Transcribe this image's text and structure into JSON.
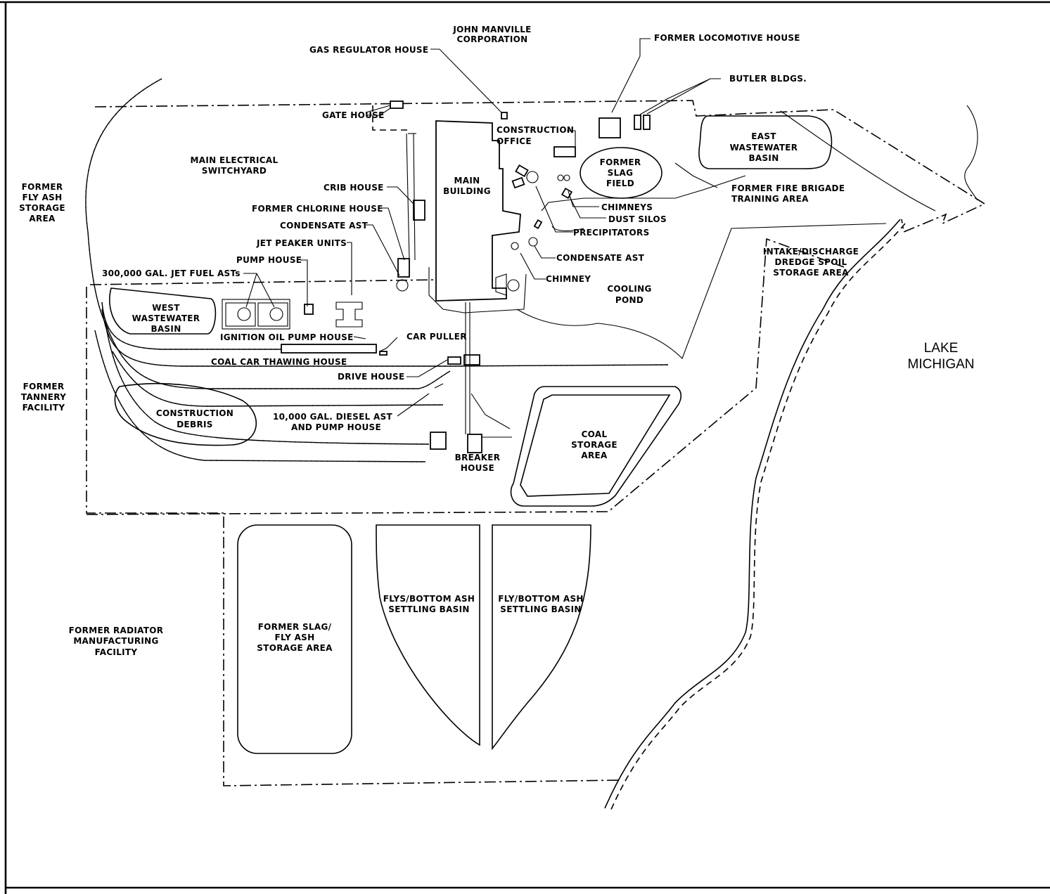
{
  "map": {
    "labels": {
      "john_manville": [
        "JOHN MANVILLE",
        "CORPORATION"
      ],
      "gas_regulator_house": "GAS REGULATOR HOUSE",
      "former_locomotive_house": "FORMER LOCOMOTIVE HOUSE",
      "butler_bldgs": "BUTLER BLDGS.",
      "gate_house": "GATE HOUSE",
      "construction_office": [
        "CONSTRUCTION",
        "OFFICE"
      ],
      "east_wastewater_basin": [
        "EAST",
        "WASTEWATER",
        "BASIN"
      ],
      "main_electrical_switchyard": [
        "MAIN ELECTRICAL",
        "SWITCHYARD"
      ],
      "main_building": [
        "MAIN",
        "BUILDING"
      ],
      "former_slag_field": [
        "FORMER",
        "SLAG",
        "FIELD"
      ],
      "former_fire_brigade": [
        "FORMER FIRE BRIGADE",
        "TRAINING AREA"
      ],
      "former_fly_ash_storage": [
        "FORMER",
        "FLY ASH",
        "STORAGE",
        "AREA"
      ],
      "crib_house": "CRIB HOUSE",
      "chimneys": "CHIMNEYS",
      "former_chlorine_house": "FORMER CHLORINE HOUSE",
      "dust_silos": "DUST SILOS",
      "condensate_ast_1": "CONDENSATE AST",
      "precipitators": "PRECIPITATORS",
      "jet_peaker_units": "JET PEAKER UNITS",
      "condensate_ast_2": "CONDENSATE AST",
      "intake_discharge": [
        "INTAKE/DISCHARGE",
        "DREDGE SPOIL",
        "STORAGE AREA"
      ],
      "pump_house": "PUMP HOUSE",
      "jet_fuel_asts": "300,000 GAL. JET FUEL ASTs",
      "chimney": "CHIMNEY",
      "cooling_pond": [
        "COOLING",
        "POND"
      ],
      "west_wastewater_basin": [
        "WEST",
        "WASTEWATER",
        "BASIN"
      ],
      "ignition_oil_pump_house": "IGNITION OIL PUMP HOUSE",
      "car_puller": "CAR PULLER",
      "lake_michigan": [
        "LAKE",
        "MICHIGAN"
      ],
      "coal_car_thawing_house": "COAL CAR THAWING HOUSE",
      "former_tannery": [
        "FORMER",
        "TANNERY",
        "FACILITY"
      ],
      "drive_house": "DRIVE HOUSE",
      "construction_debris": [
        "CONSTRUCTION",
        "DEBRIS"
      ],
      "diesel_ast": [
        "10,000 GAL. DIESEL AST",
        "AND PUMP HOUSE"
      ],
      "coal_storage_area": [
        "COAL",
        "STORAGE",
        "AREA"
      ],
      "breaker_house": [
        "BREAKER",
        "HOUSE"
      ],
      "flys_bottom_ash": [
        "FLYS/BOTTOM ASH",
        "SETTLING BASIN"
      ],
      "fly_bottom_ash": [
        "FLY/BOTTOM ASH",
        "SETTLING BASIN"
      ],
      "former_radiator": [
        "FORMER RADIATOR",
        "MANUFACTURING",
        "FACILITY"
      ],
      "former_slag_fly_ash": [
        "FORMER SLAG/",
        "FLY ASH",
        "STORAGE AREA"
      ]
    }
  }
}
